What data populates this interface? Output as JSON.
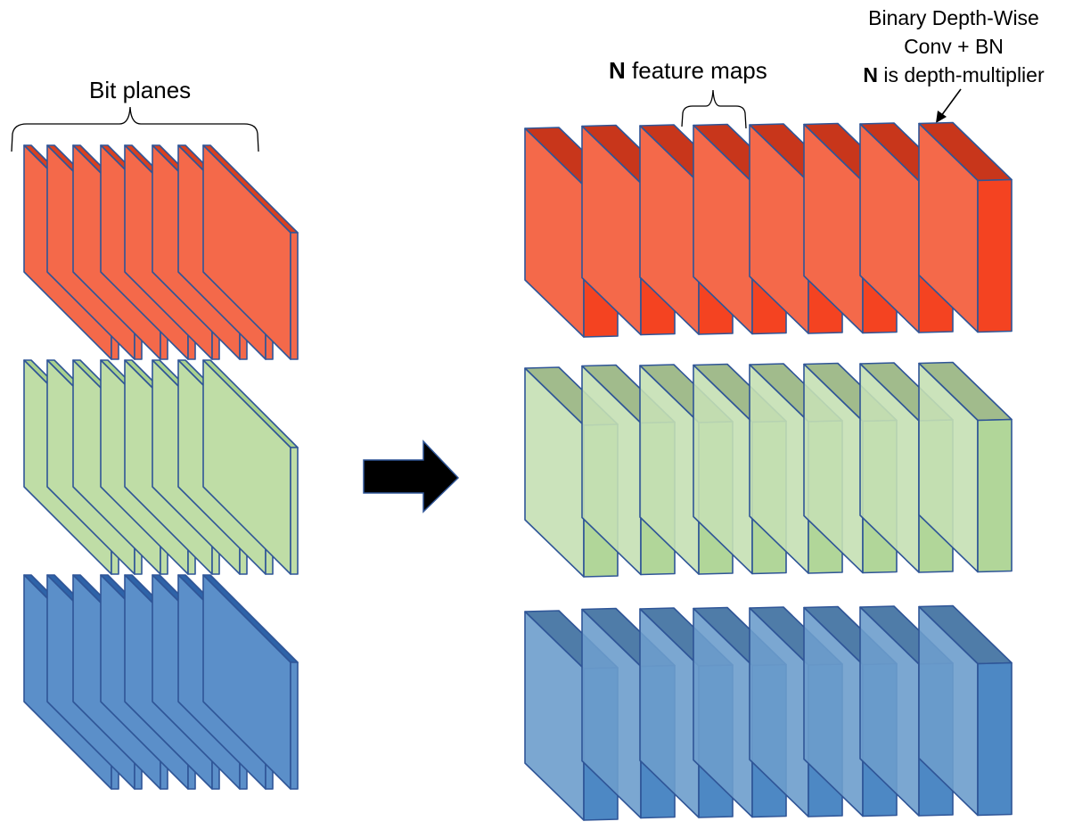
{
  "labels": {
    "bit_planes": "Bit planes",
    "feature_maps_symbol": "N",
    "feature_maps_text": " feature maps",
    "op_line1": "Binary Depth-Wise",
    "op_line2": "Conv + BN",
    "multiplier_symbol": "N",
    "multiplier_text": " is depth-multiplier"
  },
  "left_group": {
    "planes_per_stack": 8,
    "stacks": [
      {
        "name": "red",
        "face": "#F4694A",
        "top": "#D9401F",
        "side": "#F4694A",
        "stroke": "#2F5597"
      },
      {
        "name": "green",
        "face": "#BFDDA6",
        "top": "#A9D18E",
        "side": "#BFDDA6",
        "stroke": "#2F5597"
      },
      {
        "name": "blue",
        "face": "#5B8FC9",
        "top": "#2E63A8",
        "side": "#5B8FC9",
        "stroke": "#2F5597"
      }
    ]
  },
  "right_group": {
    "maps_per_stack": 8,
    "stacks": [
      {
        "name": "red",
        "face": "#F4694A",
        "top": "#C8361B",
        "side": "#F44321",
        "stroke": "#2F5597",
        "opacity": 1
      },
      {
        "name": "green",
        "face": "#C5E0B4",
        "top": "#97B47F",
        "side": "#A9D18E",
        "stroke": "#2F5597",
        "opacity": 0.9
      },
      {
        "name": "blue",
        "face": "#6D9DCC",
        "top": "#3C6E9E",
        "side": "#3A7BBE",
        "stroke": "#2F5597",
        "opacity": 0.9
      }
    ]
  },
  "arrow_color": "#000000"
}
